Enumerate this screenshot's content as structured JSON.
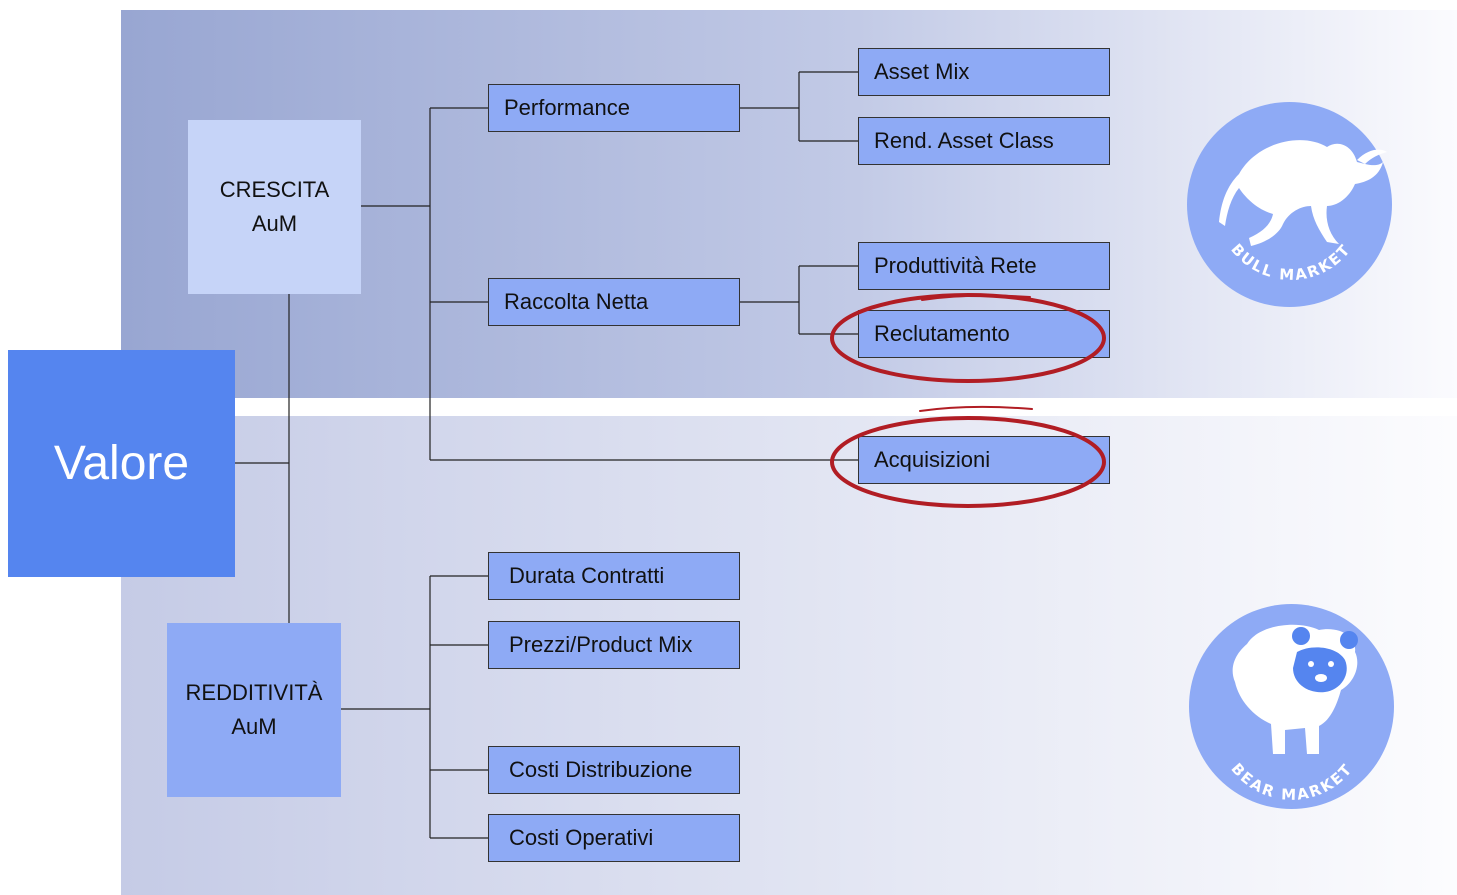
{
  "root": {
    "label": "Valore",
    "color": "#5585ef"
  },
  "growth": {
    "line1": "CRESCITA",
    "line2": "AuM",
    "drivers": [
      {
        "label": "Performance",
        "children": [
          "Asset Mix",
          "Rend. Asset Class"
        ]
      },
      {
        "label": "Raccolta Netta",
        "children": [
          "Produttività Rete",
          "Reclutamento"
        ]
      }
    ],
    "direct": "Acquisizioni"
  },
  "profitability": {
    "line1": "REDDITIVITÀ",
    "line2": "AuM",
    "drivers": [
      "Durata Contratti",
      "Prezzi/Product Mix",
      "Costi Distribuzione",
      "Costi Operativi"
    ]
  },
  "highlighted": [
    "Reclutamento",
    "Acquisizioni"
  ],
  "badges": {
    "bull": "BULL MARKET",
    "bear": "BEAR MARKET"
  },
  "colors": {
    "box_fill": "#8eaaf5",
    "growth_box": "#c6d4f8",
    "highlight": "#b11d24"
  }
}
